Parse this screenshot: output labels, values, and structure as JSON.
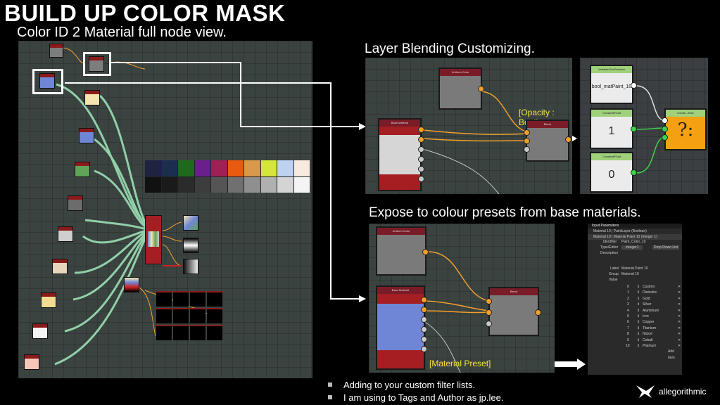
{
  "header": {
    "title": "BUILD UP COLOR MASK",
    "subtitle": "Color ID 2 Material full node view."
  },
  "sections": {
    "layer_blending": "Layer Blending Customizing.",
    "expose": "Expose to colour presets from base materials."
  },
  "node_labels": {
    "uniform_color": "Uniform Color",
    "base_material": "Base Material",
    "blend": "Blend",
    "get_boolean": "Variable/Get Boolean",
    "constant_float": "Constant/Float",
    "conditional": "Condit.../Else",
    "bool_var": "bool_matPaint_10",
    "const1": "1",
    "const0": "0",
    "ternary": "?:"
  },
  "annotations": {
    "opacity_bool": "[Opacity : Bool]",
    "material_preset": "[Material Preset]"
  },
  "input_params": {
    "header": "Input Parameters",
    "row1": "Material 10 | PaintLayer (Boolean)",
    "row2": "Material 10 | Material Paint 10 (Integer 1)",
    "identifier_label": "Identifier",
    "identifier_value": "Paint_Color_10",
    "type_label": "Type/Editor",
    "type_value": "Integer1",
    "editor_value": "Drop Down List",
    "description_label": "Description",
    "label_label": "Label",
    "label_value": "Material Paint 10",
    "group_label": "Group",
    "group_value": "Material 10",
    "value_label": "Value",
    "add_item": "Add Item",
    "items": [
      {
        "index": "0",
        "name": "Custom"
      },
      {
        "index": "1",
        "name": "Dielectric"
      },
      {
        "index": "2",
        "name": "Gold"
      },
      {
        "index": "3",
        "name": "Silver"
      },
      {
        "index": "4",
        "name": "Aluminium"
      },
      {
        "index": "5",
        "name": "Iron"
      },
      {
        "index": "6",
        "name": "Copper"
      },
      {
        "index": "7",
        "name": "Titanium"
      },
      {
        "index": "8",
        "name": "Nickel"
      },
      {
        "index": "9",
        "name": "Cobalt"
      },
      {
        "index": "10",
        "name": "Platinum"
      }
    ]
  },
  "bullets": [
    "Adding to your custom filter lists.",
    "I am using to Tags and Author as jp.lee."
  ],
  "brand": "allegorithmic",
  "colors": {
    "graph_bg": "#3b4341",
    "link_green": "#9be0b4",
    "accent_orange": "#f0a02c",
    "header_red": "#8b1a1a",
    "base_blue": "#6f86d6"
  }
}
